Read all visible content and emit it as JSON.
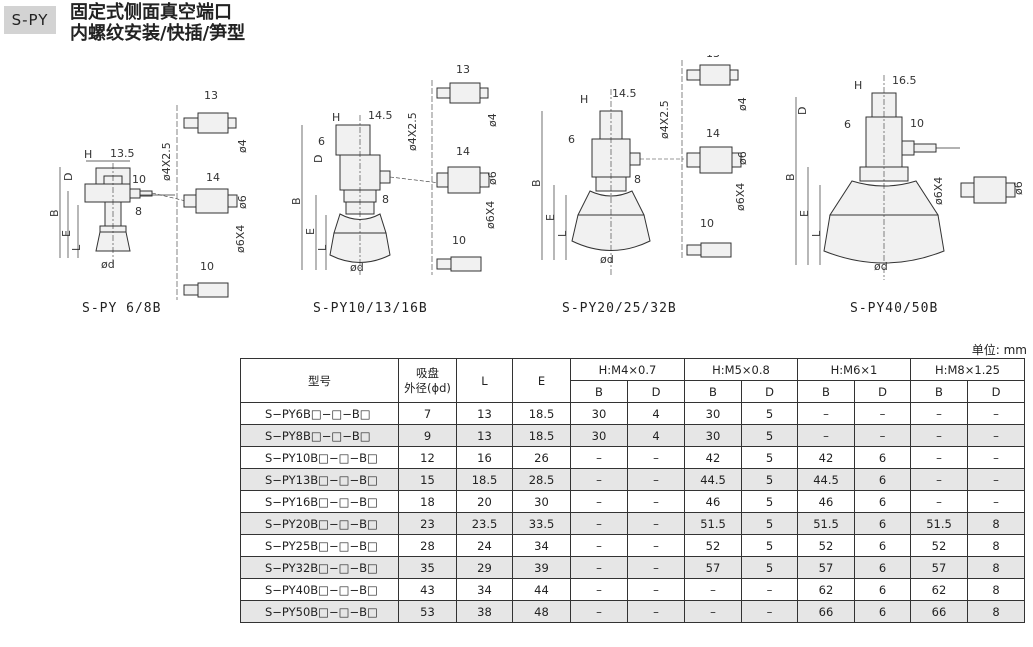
{
  "header": {
    "series_tag": "S-PY",
    "title_line1": "固定式侧面真空端口",
    "title_line2": "内螺纹安装/快插/笋型"
  },
  "figures": [
    {
      "label": "S-PY 6/8B"
    },
    {
      "label": "S-PY10/13/16B"
    },
    {
      "label": "S-PY20/25/32B"
    },
    {
      "label": "S-PY40/50B"
    }
  ],
  "drawing_text": {
    "H": "H",
    "D": "D",
    "B": "B",
    "E": "E",
    "L": "L",
    "phi_d": "ød",
    "d13_5": "13.5",
    "d10": "10",
    "d8": "8",
    "d14_5": "14.5",
    "d6": "6",
    "d16_5": "16.5",
    "d13": "13",
    "d14": "14",
    "phi4x2_5": "ø4X2.5",
    "phi4": "ø4",
    "phi6": "ø6",
    "phi6x4": "ø6X4"
  },
  "unit_label": "单位: mm",
  "table": {
    "head": {
      "model": "型号",
      "cup_diameter": "吸盘\n外径(ϕd)",
      "L": "L",
      "E": "E",
      "groups": [
        "H:M4×0.7",
        "H:M5×0.8",
        "H:M6×1",
        "H:M8×1.25"
      ],
      "B": "B",
      "D": "D"
    },
    "rows": [
      [
        "S−PY6B□−□−B□",
        "7",
        "13",
        "18.5",
        "30",
        "4",
        "30",
        "5",
        "–",
        "–",
        "–",
        "–"
      ],
      [
        "S−PY8B□−□−B□",
        "9",
        "13",
        "18.5",
        "30",
        "4",
        "30",
        "5",
        "–",
        "–",
        "–",
        "–"
      ],
      [
        "S−PY10B□−□−B□",
        "12",
        "16",
        "26",
        "–",
        "–",
        "42",
        "5",
        "42",
        "6",
        "–",
        "–"
      ],
      [
        "S−PY13B□−□−B□",
        "15",
        "18.5",
        "28.5",
        "–",
        "–",
        "44.5",
        "5",
        "44.5",
        "6",
        "–",
        "–"
      ],
      [
        "S−PY16B□−□−B□",
        "18",
        "20",
        "30",
        "–",
        "–",
        "46",
        "5",
        "46",
        "6",
        "–",
        "–"
      ],
      [
        "S−PY20B□−□−B□",
        "23",
        "23.5",
        "33.5",
        "–",
        "–",
        "51.5",
        "5",
        "51.5",
        "6",
        "51.5",
        "8"
      ],
      [
        "S−PY25B□−□−B□",
        "28",
        "24",
        "34",
        "–",
        "–",
        "52",
        "5",
        "52",
        "6",
        "52",
        "8"
      ],
      [
        "S−PY32B□−□−B□",
        "35",
        "29",
        "39",
        "–",
        "–",
        "57",
        "5",
        "57",
        "6",
        "57",
        "8"
      ],
      [
        "S−PY40B□−□−B□",
        "43",
        "34",
        "44",
        "–",
        "–",
        "–",
        "–",
        "62",
        "6",
        "62",
        "8"
      ],
      [
        "S−PY50B□−□−B□",
        "53",
        "38",
        "48",
        "–",
        "–",
        "–",
        "–",
        "66",
        "6",
        "66",
        "8"
      ]
    ]
  }
}
